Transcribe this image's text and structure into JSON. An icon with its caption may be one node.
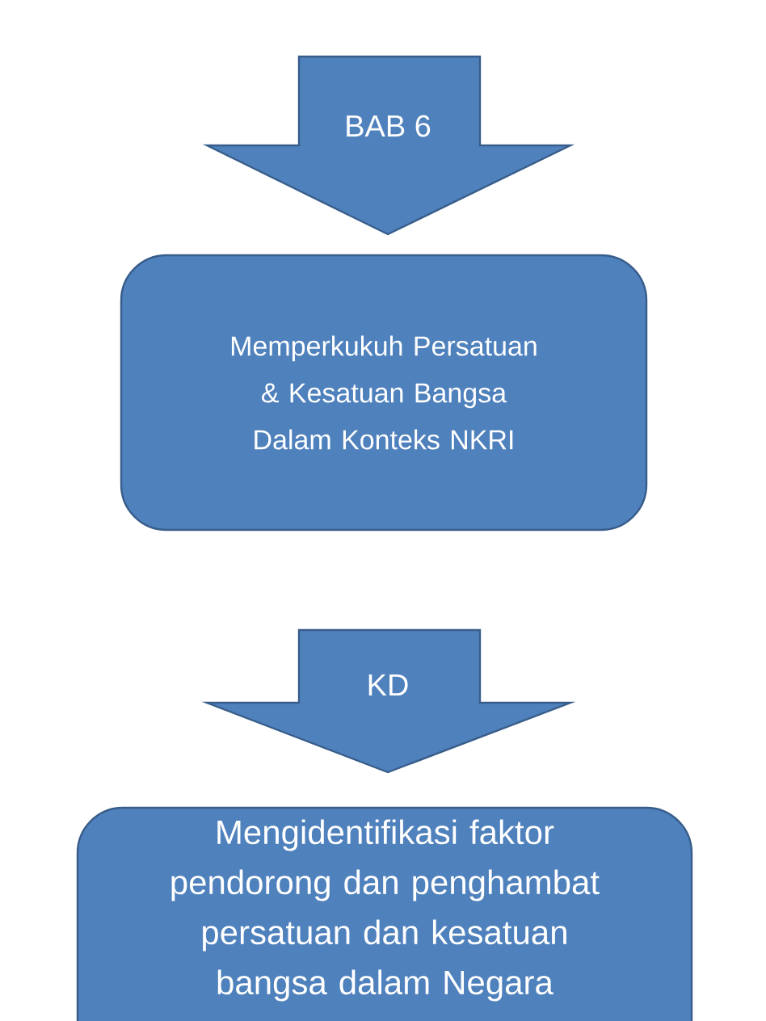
{
  "diagram": {
    "nodes": [
      {
        "text": [
          "BAB 6"
        ]
      },
      {
        "text": [
          "Memperkukuh Persatuan & Kesatuan Bangsa Dalam Konteks NKRI"
        ]
      },
      {
        "text": [
          "KD"
        ]
      },
      {
        "text": [
          "Mengidentifikasi faktor pendorong dan penghambat persatuan dan kesatuan bangsa dalam Negara"
        ]
      }
    ]
  }
}
